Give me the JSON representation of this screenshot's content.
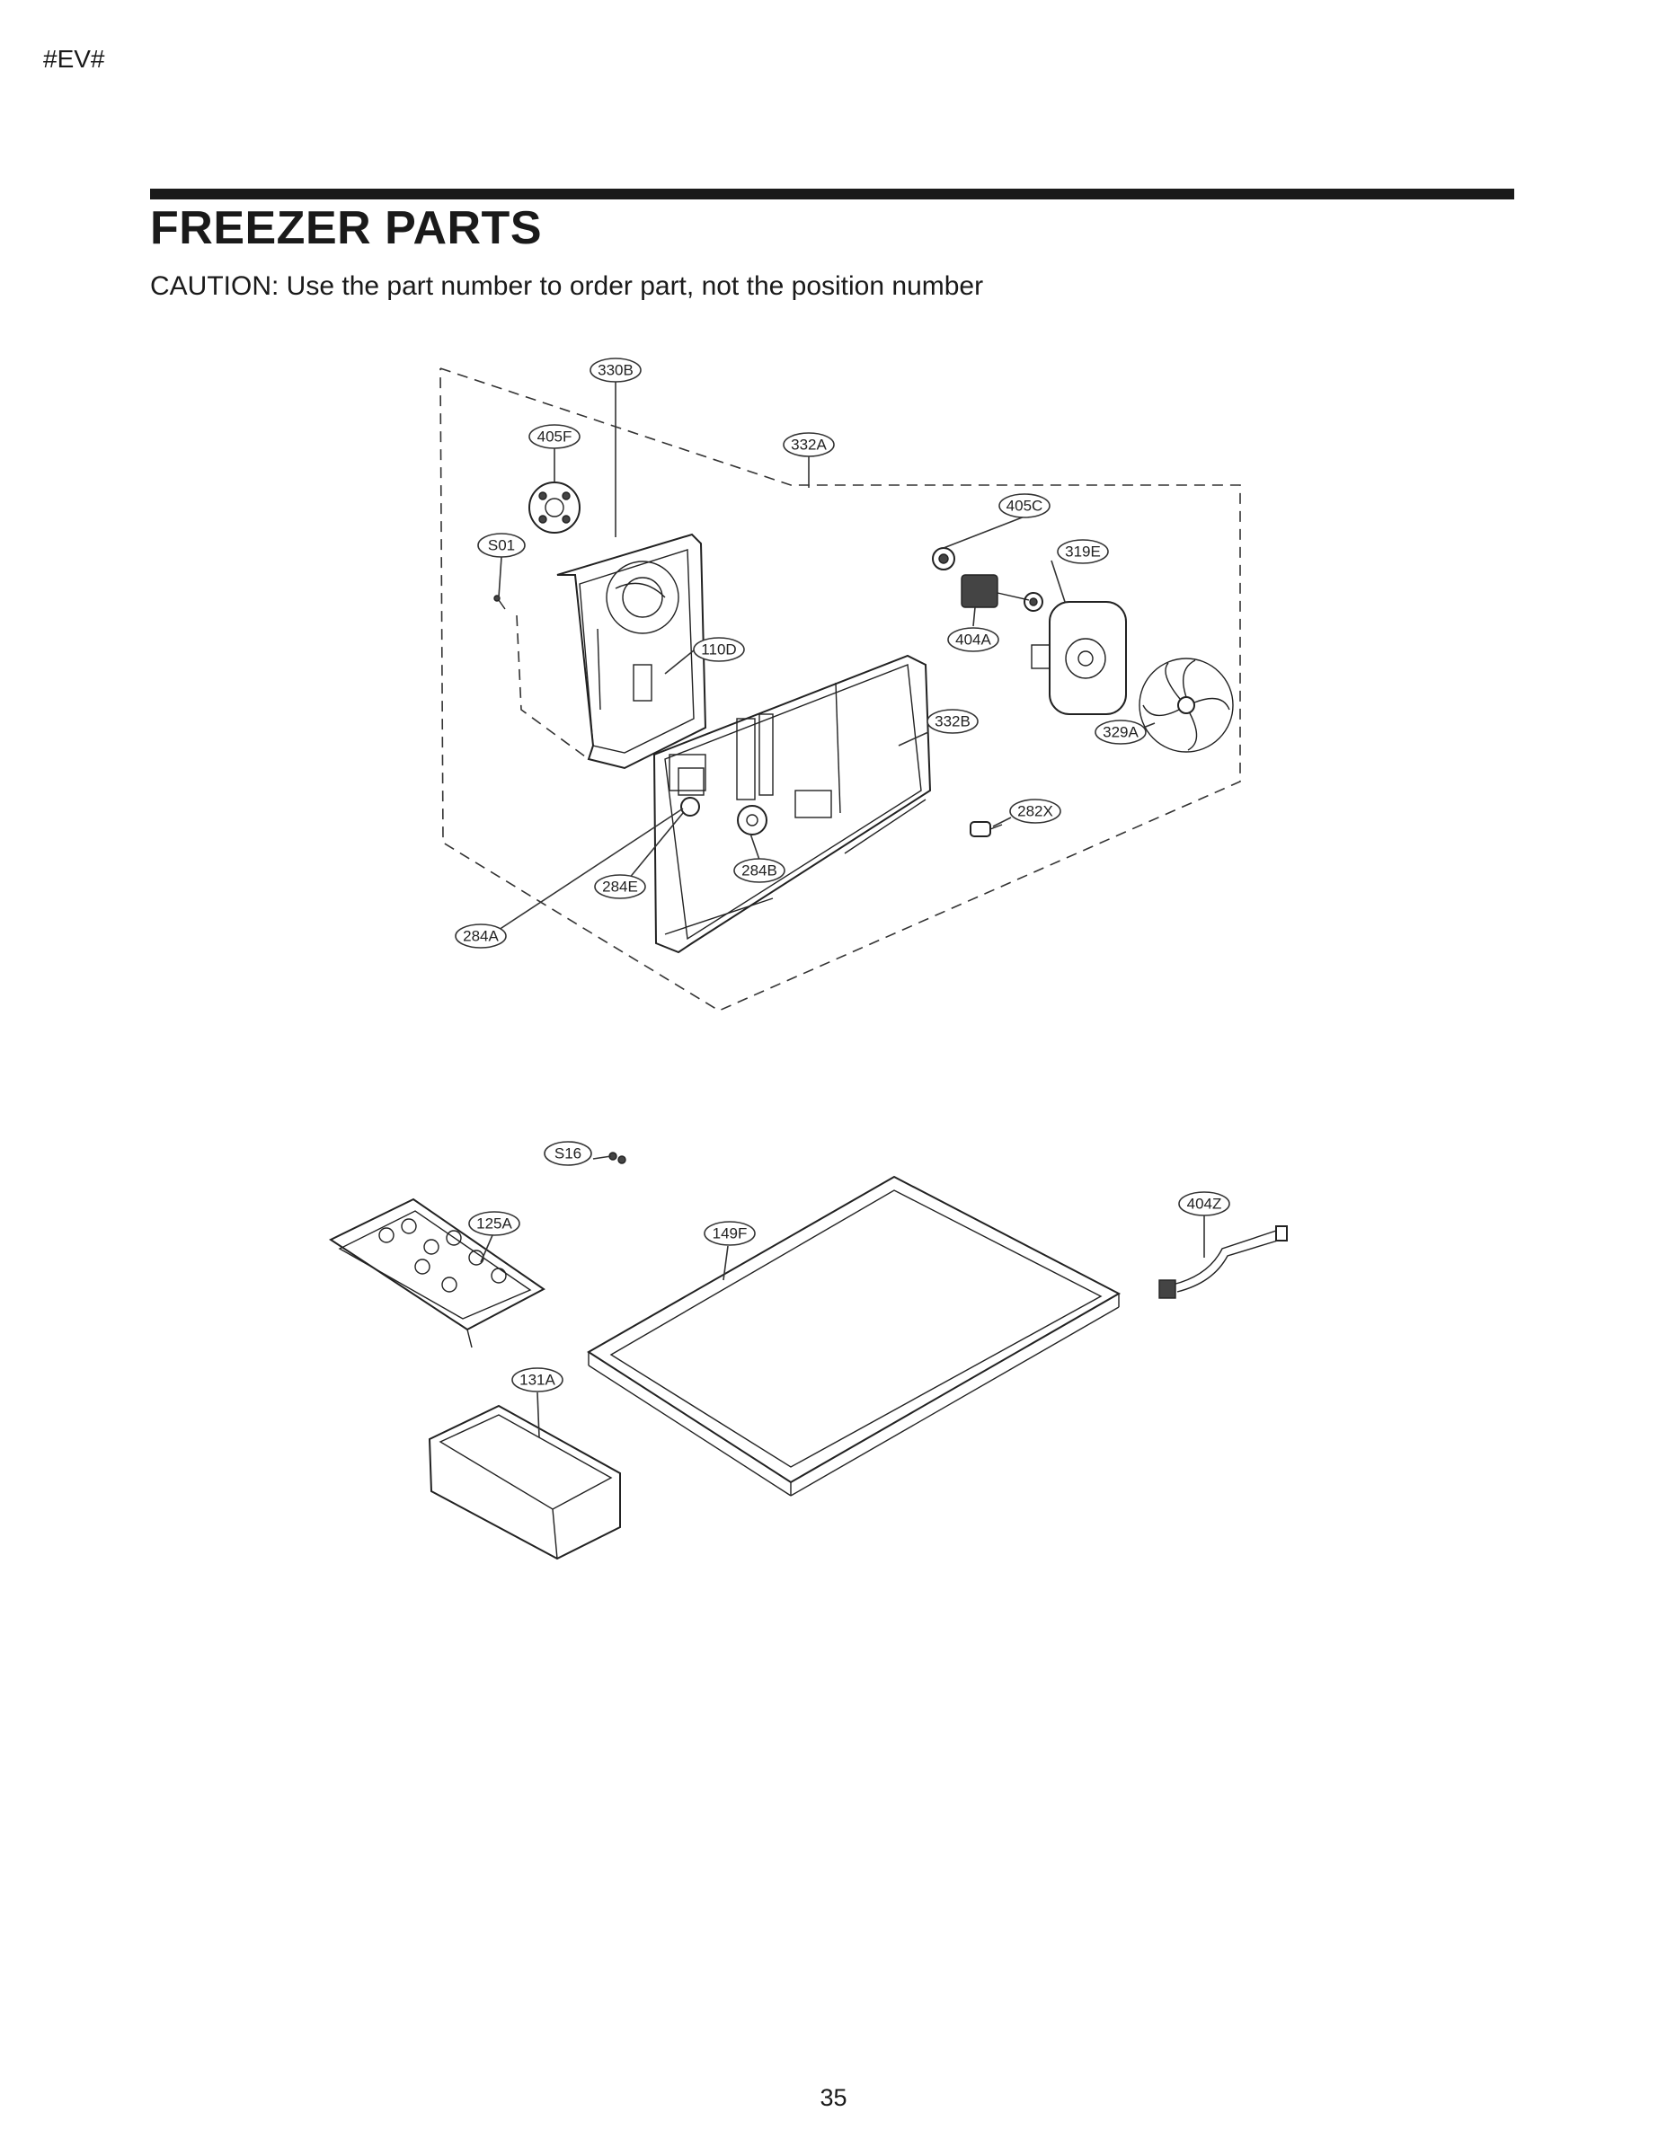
{
  "header": {
    "tag": "#EV#"
  },
  "title": "FREEZER PARTS",
  "caution": "CAUTION: Use the part number to order part, not the position number",
  "callouts": {
    "c405F": "405F",
    "c332A": "332A",
    "c330B": "330B",
    "c405C": "405C",
    "cS01": "S01",
    "c319E": "319E",
    "c110D": "110D",
    "c404A": "404A",
    "c332B": "332B",
    "c329A": "329A",
    "c282X": "282X",
    "c284B": "284B",
    "c284E": "284E",
    "c284A": "284A",
    "cS16": "S16",
    "c404Z": "404Z",
    "c125A": "125A",
    "c149F": "149F",
    "c131A": "131A"
  },
  "page_number": "35"
}
